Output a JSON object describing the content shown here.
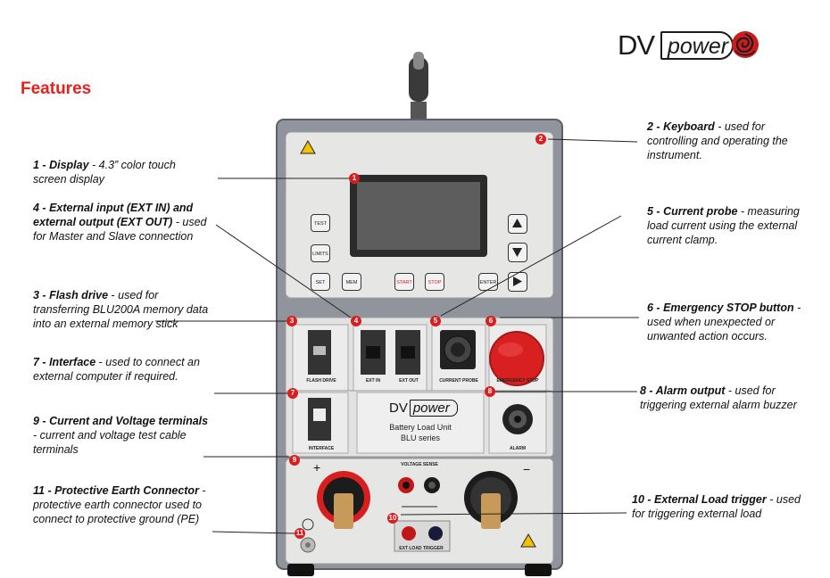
{
  "title": "Features",
  "logo": {
    "dv": "DV",
    "power": "power"
  },
  "labels": [
    {
      "id": "1",
      "name": "Display",
      "desc": "- 4.3” color touch screen display"
    },
    {
      "id": "2",
      "name": "Keyboard",
      "desc": "- used for controlling and operating the instrument."
    },
    {
      "id": "3",
      "name": "Flash drive",
      "desc": "used for transferring BLU200A memory data into an external memory stick"
    },
    {
      "id": "4",
      "name": "External input (EXT IN) and external output (EXT OUT)",
      "desc": "- used for Master and Slave connection"
    },
    {
      "id": "5",
      "name": "Current probe",
      "desc": "- measuring load current using the external current clamp."
    },
    {
      "id": "6",
      "name": "Emergency STOP button",
      "desc": "- used when unexpected or unwanted action occurs."
    },
    {
      "id": "7",
      "name": "Interface",
      "desc": "used to connect an external computer if required."
    },
    {
      "id": "8",
      "name": "Alarm output",
      "desc": "- used for triggering external alarm buzzer"
    },
    {
      "id": "9",
      "name": "Current and Voltage terminals",
      "desc": "- current and voltage test cable terminals"
    },
    {
      "id": "10",
      "name": "External Load trigger",
      "desc": "- used for triggering external load"
    },
    {
      "id": "11",
      "name": "Protective Earth Connector",
      "desc": "- protective earth connector used to connect to protective ground (PE)"
    }
  ],
  "keys": {
    "test": "TEST",
    "limits": "LIMITS",
    "set": "SET",
    "mem": "MEM",
    "start": "START",
    "stop": "STOP",
    "enter": "ENTER"
  },
  "panel": {
    "flash_drive": "FLASH DRIVE",
    "ext_in": "EXT IN",
    "ext_out": "EXT OUT",
    "current_probe": "CURRENT PROBE",
    "emergency_stop": "EMERGENCY STOP",
    "interface": "INTERFACE",
    "alarm": "ALARM",
    "brand_dv": "DV",
    "brand_power": "power",
    "unit_name": "Battery Load Unit",
    "unit_series": "BLU series",
    "voltage_sense": "VOLTAGE SENSE",
    "ext_load_trigger": "EXT LOAD TRIGGER",
    "plus": "+",
    "minus": "−"
  },
  "colors": {
    "accent": "#e8201c",
    "marker": "#d81e1e",
    "panel": "#8a8f99",
    "faceplate": "#e6e6e6"
  }
}
